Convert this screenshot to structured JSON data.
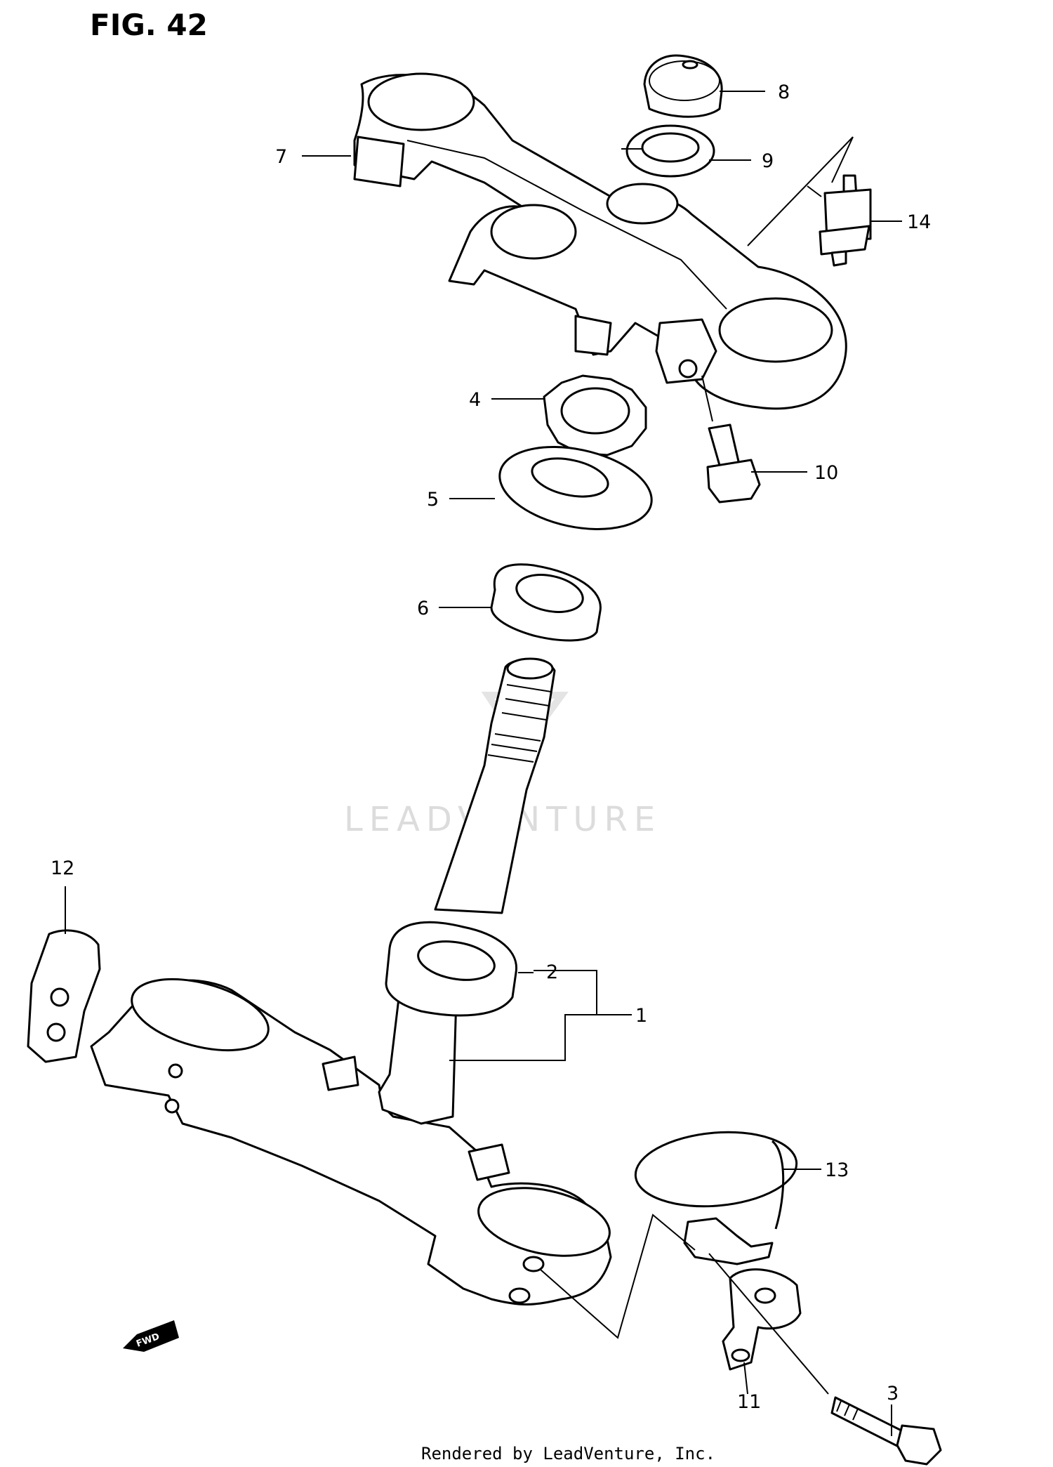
{
  "figure": {
    "title": "FIG. 42"
  },
  "watermark": {
    "text": "LEADVENTURE"
  },
  "footer": {
    "text": "Rendered by LeadVenture, Inc."
  },
  "fwd_badge": {
    "text": "FWD"
  },
  "callouts": {
    "c1": "1",
    "c2": "2",
    "c3": "3",
    "c4": "4",
    "c5": "5",
    "c6": "6",
    "c7": "7",
    "c8": "8",
    "c9": "9",
    "c10": "10",
    "c11": "11",
    "c12": "12",
    "c13": "13",
    "c14": "14"
  },
  "colors": {
    "ink": "#000000",
    "paper": "#ffffff",
    "watermark": "#dcdcdc"
  }
}
